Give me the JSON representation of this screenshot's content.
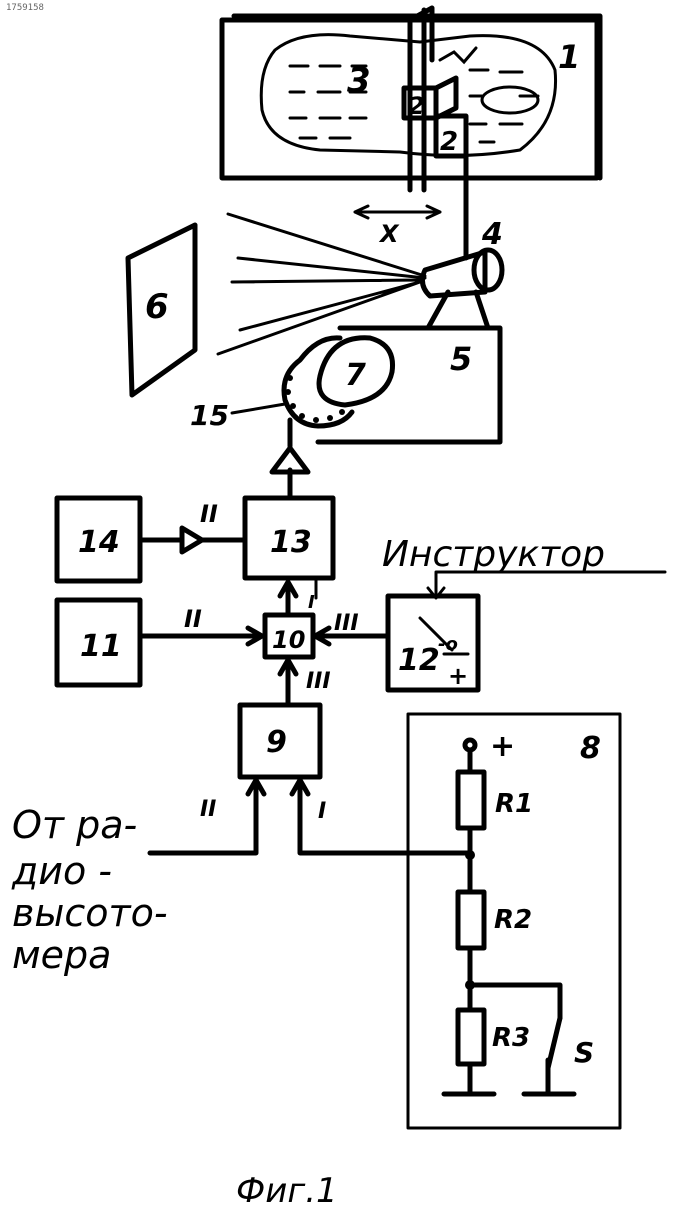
{
  "doc_id": "1759158",
  "labels": {
    "n1": "1",
    "n2a": "2",
    "n2b": "2",
    "n3": "3",
    "n4": "4",
    "n5": "5",
    "n6": "6",
    "n7": "7",
    "n8": "8",
    "n9": "9",
    "n10": "10",
    "n11": "11",
    "n12": "12",
    "n13": "13",
    "n14": "14",
    "n15": "15",
    "x_axis": "X",
    "instructor": "Инструктор",
    "roman_13_14": "II",
    "roman_11_10": "II",
    "roman_12_10": "III",
    "roman_9_10": "III",
    "roman_9_in_left": "II",
    "roman_9_in_right": "I",
    "roman_10_13": "I",
    "switch_minus": "-o",
    "switch_plus": "+",
    "plus": "+",
    "r1": "R1",
    "r2": "R2",
    "r3": "R3",
    "s": "S",
    "radio_line1": "От ра-",
    "radio_line2": "дио -",
    "radio_line3": "высото-",
    "radio_line4": "мера",
    "caption": "Фиг.1"
  }
}
